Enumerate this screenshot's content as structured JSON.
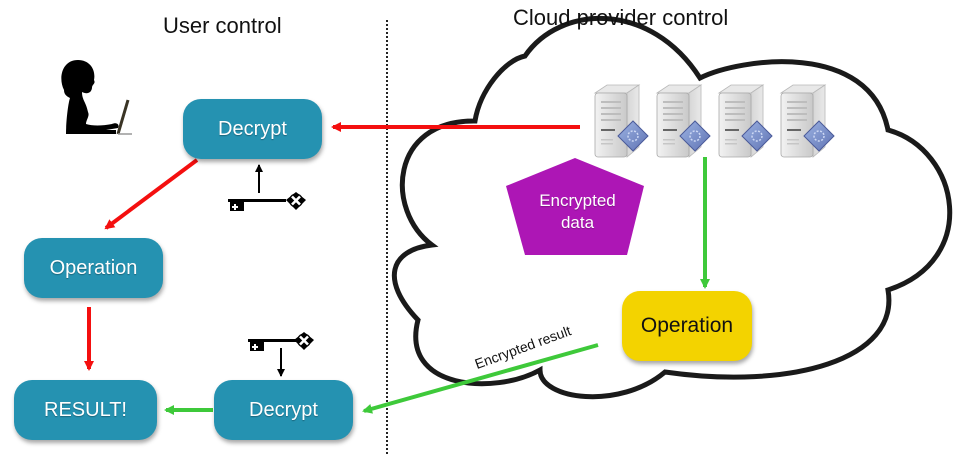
{
  "headings": {
    "user_control": "User control",
    "cloud_control": "Cloud provider control"
  },
  "nodes": {
    "decrypt_top": "Decrypt",
    "operation_user": "Operation",
    "result": "RESULT!",
    "decrypt_bottom": "Decrypt",
    "operation_cloud": "Operation",
    "encrypted_data_line1": "Encrypted",
    "encrypted_data_line2": "data"
  },
  "edge_labels": {
    "encrypted_result": "Encrypted result"
  },
  "icons": {
    "user": "person-at-laptop-icon",
    "key": "key-icon",
    "server": "server-icon",
    "server_count": 4
  },
  "colors": {
    "teal_box": "#2592b1",
    "yellow_box": "#f3d300",
    "purple_pentagon": "#ad16b5",
    "red_arrow": "#f40f0f",
    "green_arrow": "#3ec93a",
    "cloud_outline": "#1a1a1a"
  }
}
